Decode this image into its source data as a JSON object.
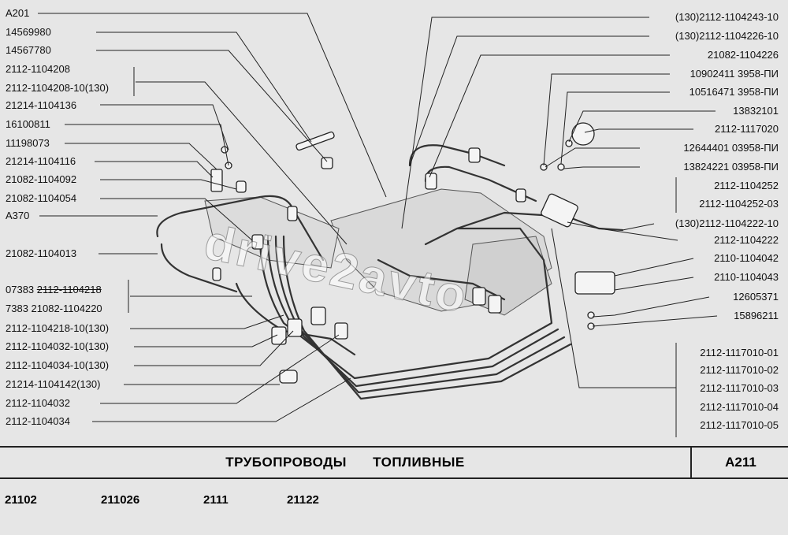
{
  "left_labels": [
    {
      "text": "A201"
    },
    {
      "text": "14569980"
    },
    {
      "text": "14567780"
    },
    {
      "text": "2112-1104208"
    },
    {
      "text": "2112-1104208-10(130)"
    },
    {
      "text": "21214-1104136"
    },
    {
      "text": "16100811"
    },
    {
      "text": "11198073"
    },
    {
      "text": "21214-1104116"
    },
    {
      "text": "21082-1104092"
    },
    {
      "text": "21082-1104054"
    },
    {
      "text": "A370"
    },
    {
      "text": "21082-1104013"
    },
    {
      "prefix": "07383",
      "struck": "2112-1104218"
    },
    {
      "text": "7383  21082-1104220"
    },
    {
      "text": "2112-1104218-10(130)"
    },
    {
      "text": "2112-1104032-10(130)"
    },
    {
      "text": "2112-1104034-10(130)"
    },
    {
      "text": "21214-1104142(130)"
    },
    {
      "text": "2112-1104032"
    },
    {
      "text": "2112-1104034"
    }
  ],
  "right_labels": [
    {
      "text": "(130)2112-1104243-10"
    },
    {
      "text": "(130)2112-1104226-10"
    },
    {
      "text": "21082-1104226"
    },
    {
      "text": "10902411 3958-ПИ"
    },
    {
      "text": "10516471 3958-ПИ"
    },
    {
      "text": "13832101"
    },
    {
      "text": "2112-1117020"
    },
    {
      "text": "12644401 03958-ПИ"
    },
    {
      "text": "13824221 03958-ПИ"
    },
    {
      "text": "2112-1104252"
    },
    {
      "text": "2112-1104252-03"
    },
    {
      "text": "(130)2112-1104222-10"
    },
    {
      "text": "2112-1104222"
    },
    {
      "text": "2110-1104042"
    },
    {
      "text": "2110-1104043"
    },
    {
      "text": "12605371"
    },
    {
      "text": "15896211"
    },
    {
      "text": "2112-1117010-01"
    },
    {
      "text": "2112-1117010-02"
    },
    {
      "text": "2112-1117010-03"
    },
    {
      "text": "2112-1117010-04"
    },
    {
      "text": "2112-1117010-05"
    }
  ],
  "title": {
    "word1": "ТРУБОПРОВОДЫ",
    "word2": "ТОПЛИВНЫЕ"
  },
  "section_code": "A211",
  "models": [
    "21102",
    "211026",
    "2111",
    "21122"
  ],
  "watermark": "drive2avto"
}
